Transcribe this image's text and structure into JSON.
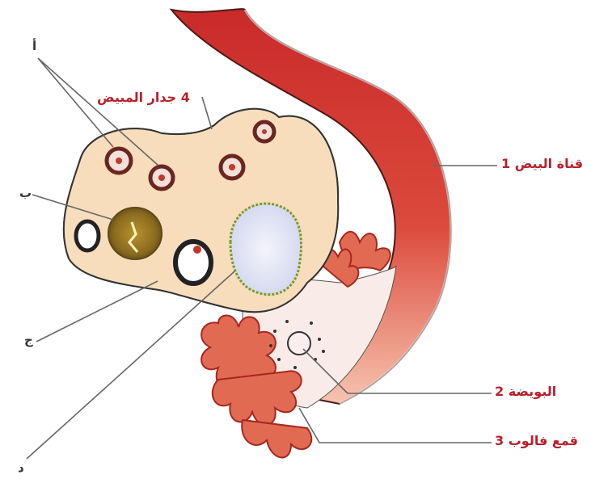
{
  "labels": {
    "oviduct": "قناة البيض 1",
    "ovary_wall": "4 جدار المبيض",
    "ovule": "البويضة 2",
    "funnel": "قمع فالوب 3",
    "letter_a": "أ",
    "letter_b": "ب",
    "letter_c": "ج",
    "letter_d": "د"
  },
  "colors": {
    "oviduct_dark": "#c8282a",
    "oviduct_light": "#f3b8a4",
    "ovary_fill": "#f7ddbb",
    "follicle_ring": "#7a2e2a",
    "corpus_luteum": "#a88a2a",
    "label_red": "#b8202a",
    "leader_line": "#666666"
  }
}
